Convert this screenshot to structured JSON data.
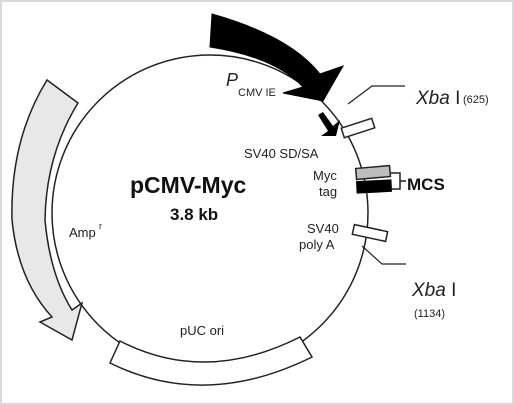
{
  "plasmid": {
    "name": "pCMV-Myc",
    "size": "3.8 kb"
  },
  "features": {
    "promoter": {
      "symbol": "P",
      "subscript": "CMV IE"
    },
    "sv40_sd_sa": "SV40 SD/SA",
    "myc_tag_line1": "Myc",
    "myc_tag_line2": "tag",
    "mcs": "MCS",
    "sv40_polya_line1": "SV40",
    "sv40_polya_line2": "poly A",
    "amp": {
      "base": "Amp",
      "superscript": "r"
    },
    "puc_ori": "pUC ori"
  },
  "sites": {
    "xba_top": {
      "name_italic": "Xba",
      "name_roman": " I",
      "position": "(625)"
    },
    "xba_bottom": {
      "name_italic": "Xba",
      "name_roman": " I",
      "position": "(1134)"
    }
  },
  "colors": {
    "background": "#ffffff",
    "frame": "#d9d9d9",
    "stroke": "#222222",
    "promoter_fill": "#000000",
    "amp_fill": "#e8e8e8",
    "myc_fill": "#bdbdbd",
    "mcs_fill": "#000000"
  }
}
